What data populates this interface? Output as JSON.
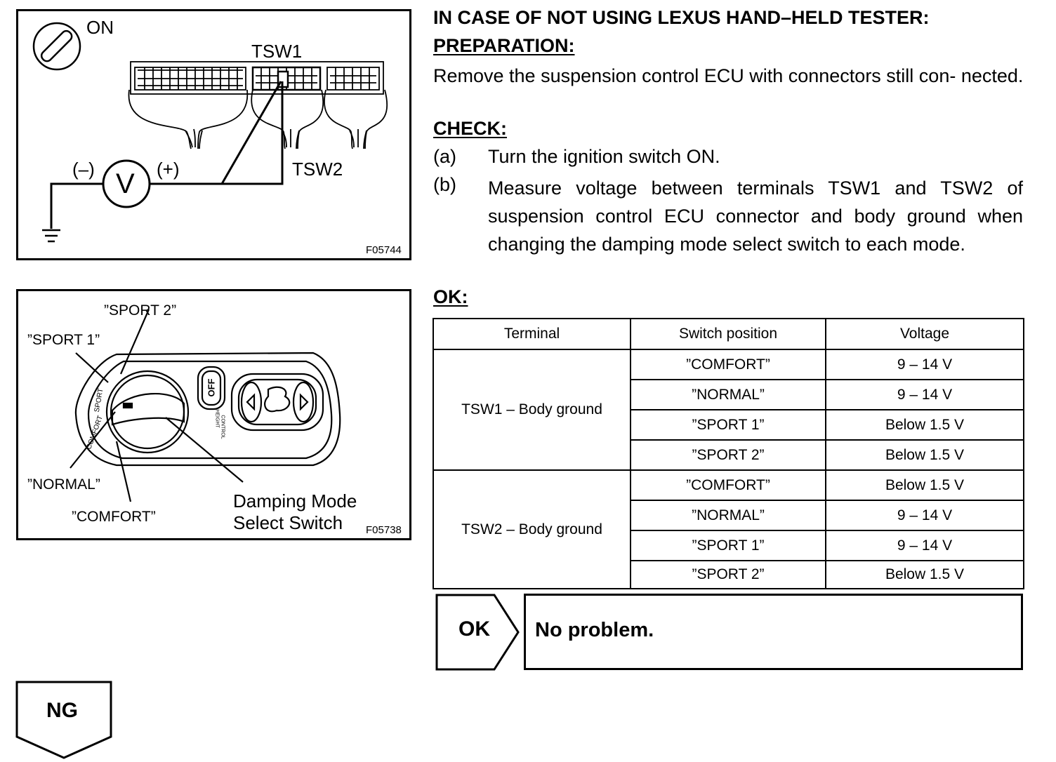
{
  "figure1": {
    "on_label": "ON",
    "tsw1_label": "TSW1",
    "tsw2_label": "TSW2",
    "minus_label": "(–)",
    "plus_label": "(+)",
    "meter_symbol": "V",
    "code": "F05744"
  },
  "figure2": {
    "sport2_label": "”SPORT 2”",
    "sport1_label": "”SPORT 1”",
    "normal_label": "”NORMAL”",
    "comfort_label": "”COMFORT”",
    "switch_label_line1": "Damping Mode",
    "switch_label_line2": "Select Switch",
    "code": "F05738",
    "dial_sport": "SPORT",
    "dial_comfort": "COMFORT",
    "off_button": "OFF",
    "height_control_1": "HEIGHT",
    "height_control_2": "CONTROL"
  },
  "text": {
    "heading": "IN CASE OF NOT USING LEXUS HAND–HELD TESTER:",
    "preparation_label": "PREPARATION:",
    "preparation_text": "Remove the suspension control ECU with connectors still con- nected.",
    "check_label": "CHECK:",
    "step_a_mark": "(a)",
    "step_a_text": "Turn the ignition switch ON.",
    "step_b_mark": "(b)",
    "step_b_text": "Measure voltage between terminals TSW1 and TSW2 of suspension control ECU connector and body ground when changing the damping mode select switch to each mode.",
    "ok_label": "OK:"
  },
  "table": {
    "headers": [
      "Terminal",
      "Switch position",
      "Voltage"
    ],
    "groups": [
      {
        "terminal": "TSW1 – Body ground",
        "rows": [
          {
            "position": "”COMFORT”",
            "voltage": "9 – 14 V"
          },
          {
            "position": "”NORMAL”",
            "voltage": "9 – 14 V"
          },
          {
            "position": "”SPORT 1”",
            "voltage": "Below 1.5 V"
          },
          {
            "position": "”SPORT 2”",
            "voltage": "Below 1.5 V"
          }
        ]
      },
      {
        "terminal": "TSW2 – Body ground",
        "rows": [
          {
            "position": "”COMFORT”",
            "voltage": "Below 1.5 V"
          },
          {
            "position": "”NORMAL”",
            "voltage": "9 – 14 V"
          },
          {
            "position": "”SPORT 1”",
            "voltage": "9 – 14 V"
          },
          {
            "position": "”SPORT 2”",
            "voltage": "Below 1.5 V"
          }
        ]
      }
    ]
  },
  "result": {
    "ok_tag": "OK",
    "ok_text": "No problem.",
    "ng_tag": "NG"
  }
}
